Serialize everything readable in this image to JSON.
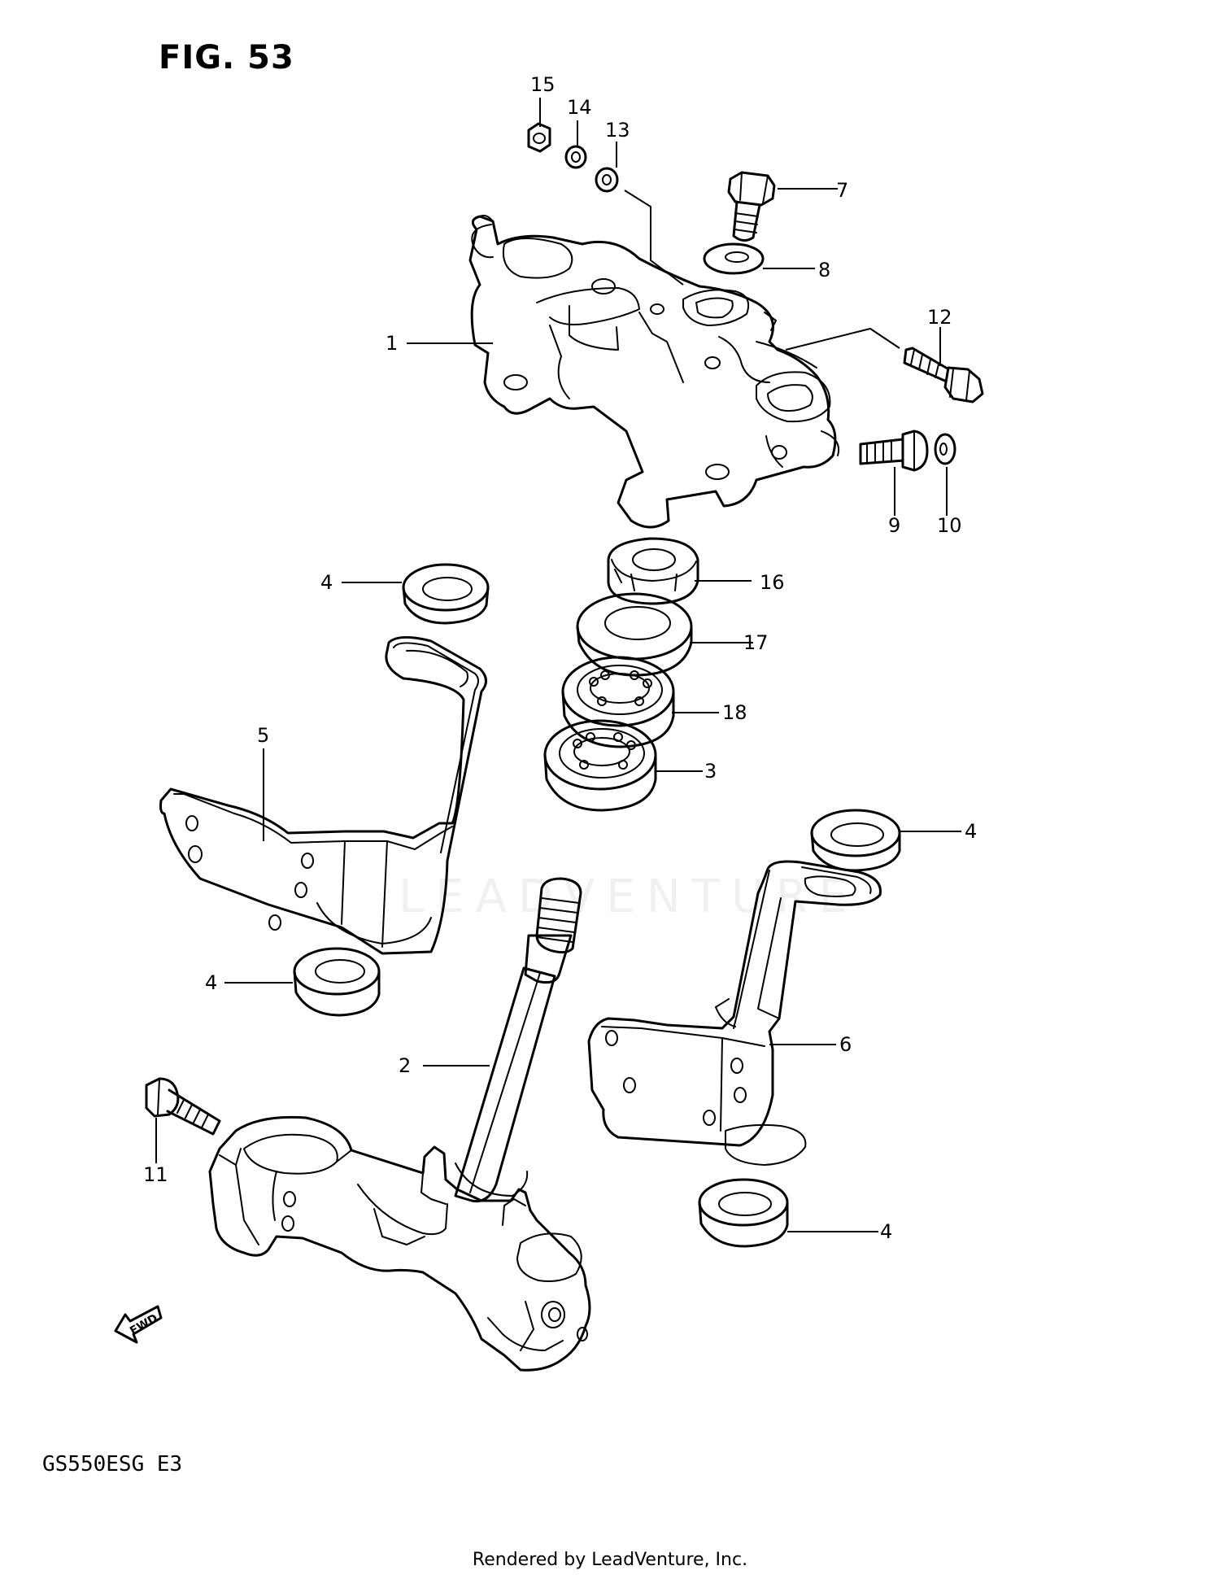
{
  "figure": {
    "title": "FIG. 53"
  },
  "model_code": "GS550ESG E3",
  "footer": "Rendered by LeadVenture, Inc.",
  "watermark": "LEADVENTURE",
  "fwd_label": "FWD",
  "callouts": {
    "c1": "1",
    "c2": "2",
    "c3": "3",
    "c4a": "4",
    "c4b": "4",
    "c4c": "4",
    "c4d": "4",
    "c5": "5",
    "c6": "6",
    "c7": "7",
    "c8": "8",
    "c9": "9",
    "c10": "10",
    "c11": "11",
    "c12": "12",
    "c13": "13",
    "c14": "14",
    "c15": "15",
    "c16": "16",
    "c17": "17",
    "c18": "18"
  }
}
